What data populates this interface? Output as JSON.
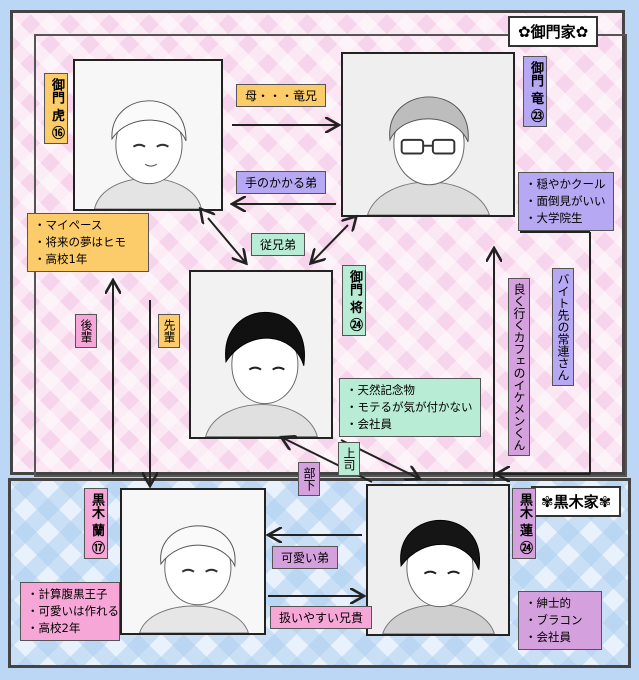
{
  "families": {
    "mikado": "✿御門家✿",
    "kuroki": "✾黒木家✾"
  },
  "characters": {
    "tora": {
      "name": "御門 虎 ⑯",
      "traits": [
        "・マイペース",
        "・将来の夢はヒモ",
        "・高校1年"
      ]
    },
    "ryu": {
      "name": "御門 竜 ㉓",
      "traits": [
        "・穏やかクール",
        "・面倒見がいい",
        "・大学院生"
      ]
    },
    "sho": {
      "name": "御門 将 ㉔",
      "traits": [
        "・天然記念物",
        "・モテるが気が付かない",
        "・会社員"
      ]
    },
    "ran": {
      "name": "黒木 蘭 ⑰",
      "traits": [
        "・計算腹黒王子",
        "・可愛いは作れる",
        "・高校2年"
      ]
    },
    "ren": {
      "name": "黒木 蓮 ㉔",
      "traits": [
        "・紳士的",
        "・ブラコン",
        "・会社員"
      ]
    }
  },
  "relations": {
    "haha_ryuni": "母・・・竜兄",
    "te_no_kakaru_otouto": "手のかかる弟",
    "itoko": "従兄弟",
    "kouhai": "後輩",
    "senpai": "先輩",
    "joushi": "上司",
    "buka": "部下",
    "kawaii_otouto": "可愛い弟",
    "atsukai_yasui_ani": "扱いやすい兄貴",
    "cafe_ikemen": "良く行くカフェのイケメンくん",
    "baito_jouren": "バイト先の常連さん"
  }
}
